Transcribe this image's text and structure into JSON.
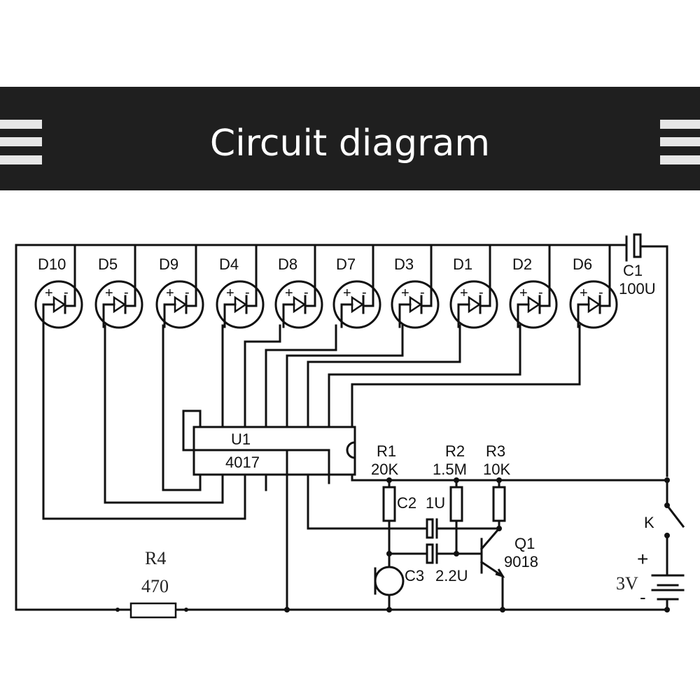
{
  "header": {
    "title": "Circuit diagram",
    "background": "#1f1f1f",
    "text_color": "#ffffff"
  },
  "leds": [
    {
      "label": "D10",
      "plus": "+",
      "minus": "-"
    },
    {
      "label": "D5",
      "plus": "+",
      "minus": "-"
    },
    {
      "label": "D9",
      "plus": "+",
      "minus": "-"
    },
    {
      "label": "D4",
      "plus": "+",
      "minus": "-"
    },
    {
      "label": "D8",
      "plus": "+",
      "minus": "-"
    },
    {
      "label": "D7",
      "plus": "+",
      "minus": "-"
    },
    {
      "label": "D3",
      "plus": "+",
      "minus": "-"
    },
    {
      "label": "D1",
      "plus": "+",
      "minus": "-"
    },
    {
      "label": "D2",
      "plus": "+",
      "minus": "-"
    },
    {
      "label": "D6",
      "plus": "+",
      "minus": "-"
    }
  ],
  "components": {
    "ic": {
      "ref": "U1",
      "part": "4017"
    },
    "c1": {
      "ref": "C1",
      "value": "100U"
    },
    "c2": {
      "ref": "C2",
      "value": "1U"
    },
    "c3": {
      "ref": "C3",
      "value": "2.2U"
    },
    "r1": {
      "ref": "R1",
      "value": "20K"
    },
    "r2": {
      "ref": "R2",
      "value": "1.5M"
    },
    "r3": {
      "ref": "R3",
      "value": "10K"
    },
    "r4": {
      "ref": "R4",
      "value": "470"
    },
    "q1": {
      "ref": "Q1",
      "part": "9018"
    },
    "switch": {
      "ref": "K"
    },
    "battery": {
      "value": "3V",
      "plus": "+",
      "minus": "-"
    }
  }
}
